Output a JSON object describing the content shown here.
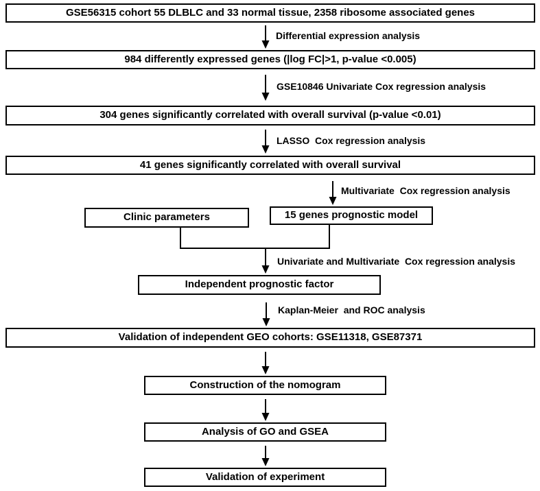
{
  "diagram": {
    "type": "flowchart",
    "background_color": "#ffffff",
    "line_color": "#000000",
    "boxes": {
      "gse_cohort": "GSE56315 cohort 55 DLBLC and 33 normal tissue, 2358 ribosome associated genes",
      "deg": "984 differently expressed genes (|log FC|>1, p-value <0.005)",
      "cox_304": "304 genes significantly correlated with overall survival (p-value <0.01)",
      "lasso_41": "41 genes significantly correlated with overall survival",
      "clinic": "Clinic parameters",
      "model": "15 genes prognostic model",
      "independent": "Independent prognostic factor",
      "geo_validation": "Validation of independent GEO cohorts: GSE11318, GSE87371",
      "nomogram": "Construction of the nomogram",
      "go_gsea": "Analysis of GO and GSEA",
      "experiment": "Validation of experiment"
    },
    "arrow_labels": {
      "differential": "Differential expression analysis",
      "univariate_cox": "GSE10846 Univariate Cox regression analysis",
      "lasso_cox": "LASSO  Cox regression analysis",
      "multivariate_cox": "Multivariate  Cox regression analysis",
      "uni_multi_cox": "Univariate and Multivariate  Cox regression analysis",
      "km_roc": "Kaplan-Meier  and ROC analysis"
    }
  }
}
